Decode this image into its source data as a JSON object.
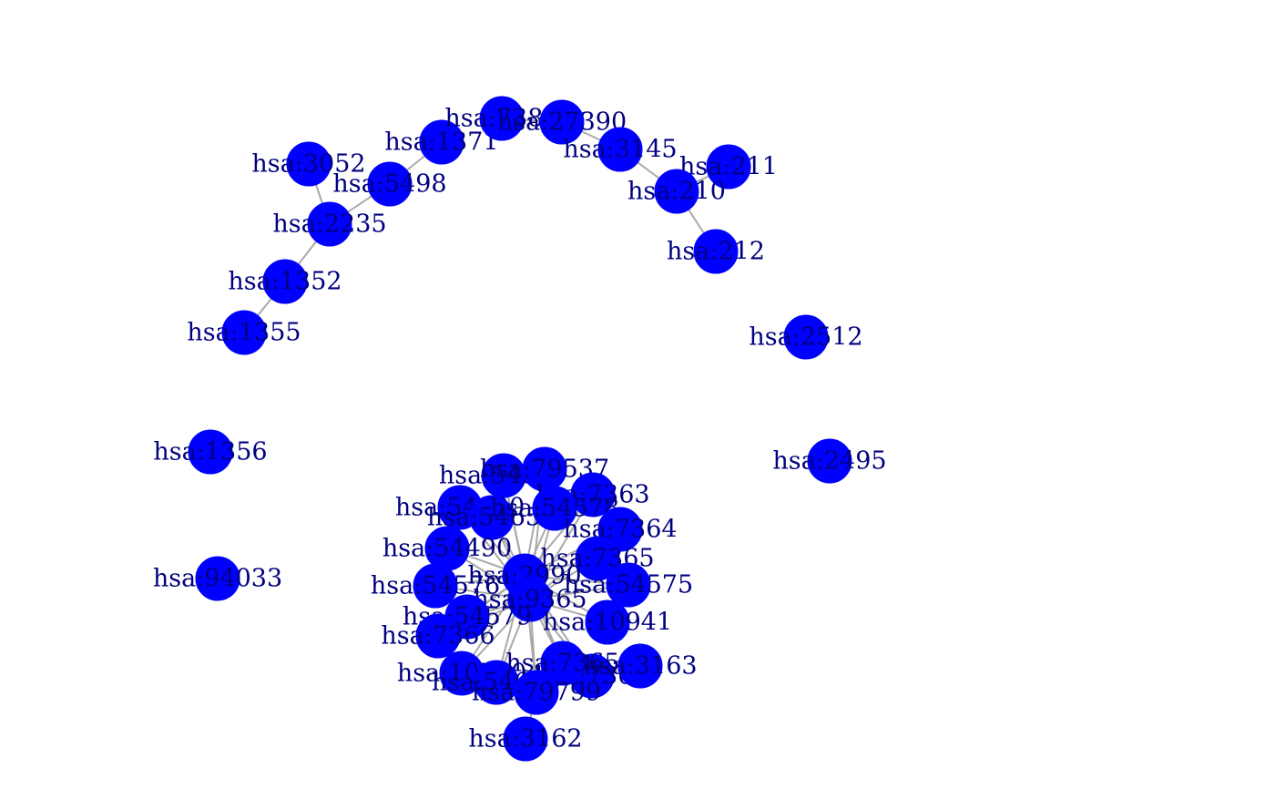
{
  "graph": {
    "node_color": "#0000ff",
    "label_color": "#000080",
    "edge_color": "#a9a9a9",
    "nodes": [
      {
        "id": "hsa:3052",
        "label": "hsa:3052"
      },
      {
        "id": "hsa:1371",
        "label": "hsa:1371"
      },
      {
        "id": "hsa:5498",
        "label": "hsa:5498"
      },
      {
        "id": "hsa:2235",
        "label": "hsa:2235"
      },
      {
        "id": "hsa:1352",
        "label": "hsa:1352"
      },
      {
        "id": "hsa:1355",
        "label": "hsa:1355"
      },
      {
        "id": "hsa:7389",
        "label": "hsa:7389"
      },
      {
        "id": "hsa:27390",
        "label": "hsa:27390"
      },
      {
        "id": "hsa:3145",
        "label": "hsa:3145"
      },
      {
        "id": "hsa:211",
        "label": "hsa:211"
      },
      {
        "id": "hsa:210",
        "label": "hsa:210"
      },
      {
        "id": "hsa:212",
        "label": "hsa:212"
      },
      {
        "id": "hsa:2512",
        "label": "hsa:2512"
      },
      {
        "id": "hsa:1356",
        "label": "hsa:1356"
      },
      {
        "id": "hsa:2495",
        "label": "hsa:2495"
      },
      {
        "id": "hsa:94033",
        "label": "hsa:94033"
      },
      {
        "id": "hsa:54577",
        "label": "hsa:54577"
      },
      {
        "id": "hsa:79537",
        "label": "hsa:79537"
      },
      {
        "id": "hsa:7363",
        "label": "hsa:7363"
      },
      {
        "id": "hsa:54600",
        "label": "hsa:54600"
      },
      {
        "id": "hsa:54658",
        "label": "hsa:54658"
      },
      {
        "id": "hsa:54578",
        "label": "hsa:54578"
      },
      {
        "id": "hsa:7364",
        "label": "hsa:7364"
      },
      {
        "id": "hsa:54490",
        "label": "hsa:54490"
      },
      {
        "id": "hsa:7365",
        "label": "hsa:7365"
      },
      {
        "id": "hsa:2990",
        "label": "hsa:2990"
      },
      {
        "id": "hsa:54576",
        "label": "hsa:54576"
      },
      {
        "id": "hsa:54575",
        "label": "hsa:54575"
      },
      {
        "id": "hsa:9365",
        "label": "hsa:9365"
      },
      {
        "id": "hsa:54579",
        "label": "hsa:54579"
      },
      {
        "id": "hsa:10941",
        "label": "hsa:10941"
      },
      {
        "id": "hsa:7366",
        "label": "hsa:7366"
      },
      {
        "id": "hsa:10720",
        "label": "hsa:10720"
      },
      {
        "id": "hsa:54659",
        "label": "hsa:54659"
      },
      {
        "id": "hsa:7367",
        "label": "hsa:7367"
      },
      {
        "id": "hsa:3163",
        "label": "hsa:3163"
      },
      {
        "id": "hsa:7365b",
        "label": "hsa:7365"
      },
      {
        "id": "hsa:79799",
        "label": "hsa:79799"
      },
      {
        "id": "hsa:3162",
        "label": "hsa:3162"
      }
    ],
    "edges": [
      [
        "hsa:3052",
        "hsa:2235"
      ],
      [
        "hsa:5498",
        "hsa:2235"
      ],
      [
        "hsa:1371",
        "hsa:5498"
      ],
      [
        "hsa:2235",
        "hsa:1352"
      ],
      [
        "hsa:1352",
        "hsa:1355"
      ],
      [
        "hsa:7389",
        "hsa:27390"
      ],
      [
        "hsa:27390",
        "hsa:3145"
      ],
      [
        "hsa:3145",
        "hsa:210"
      ],
      [
        "hsa:211",
        "hsa:210"
      ],
      [
        "hsa:210",
        "hsa:212"
      ],
      [
        "hsa:2990",
        "hsa:54577"
      ],
      [
        "hsa:2990",
        "hsa:79537"
      ],
      [
        "hsa:2990",
        "hsa:7363"
      ],
      [
        "hsa:2990",
        "hsa:54600"
      ],
      [
        "hsa:2990",
        "hsa:54658"
      ],
      [
        "hsa:2990",
        "hsa:54578"
      ],
      [
        "hsa:2990",
        "hsa:7364"
      ],
      [
        "hsa:2990",
        "hsa:54490"
      ],
      [
        "hsa:2990",
        "hsa:7365"
      ],
      [
        "hsa:2990",
        "hsa:54576"
      ],
      [
        "hsa:2990",
        "hsa:54575"
      ],
      [
        "hsa:2990",
        "hsa:9365"
      ],
      [
        "hsa:2990",
        "hsa:54579"
      ],
      [
        "hsa:2990",
        "hsa:10941"
      ],
      [
        "hsa:2990",
        "hsa:7366"
      ],
      [
        "hsa:2990",
        "hsa:10720"
      ],
      [
        "hsa:2990",
        "hsa:54659"
      ],
      [
        "hsa:2990",
        "hsa:7367"
      ],
      [
        "hsa:2990",
        "hsa:7365b"
      ],
      [
        "hsa:2990",
        "hsa:79799"
      ],
      [
        "hsa:9365",
        "hsa:54577"
      ],
      [
        "hsa:9365",
        "hsa:79537"
      ],
      [
        "hsa:9365",
        "hsa:7363"
      ],
      [
        "hsa:9365",
        "hsa:54600"
      ],
      [
        "hsa:9365",
        "hsa:54658"
      ],
      [
        "hsa:9365",
        "hsa:54578"
      ],
      [
        "hsa:9365",
        "hsa:7364"
      ],
      [
        "hsa:9365",
        "hsa:54490"
      ],
      [
        "hsa:9365",
        "hsa:7365"
      ],
      [
        "hsa:9365",
        "hsa:54576"
      ],
      [
        "hsa:9365",
        "hsa:54575"
      ],
      [
        "hsa:9365",
        "hsa:54579"
      ],
      [
        "hsa:9365",
        "hsa:10941"
      ],
      [
        "hsa:9365",
        "hsa:7366"
      ],
      [
        "hsa:9365",
        "hsa:10720"
      ],
      [
        "hsa:9365",
        "hsa:54659"
      ],
      [
        "hsa:9365",
        "hsa:7367"
      ],
      [
        "hsa:9365",
        "hsa:7365b"
      ],
      [
        "hsa:9365",
        "hsa:79799"
      ],
      [
        "hsa:7367",
        "hsa:3163"
      ],
      [
        "hsa:79799",
        "hsa:3162"
      ]
    ]
  }
}
